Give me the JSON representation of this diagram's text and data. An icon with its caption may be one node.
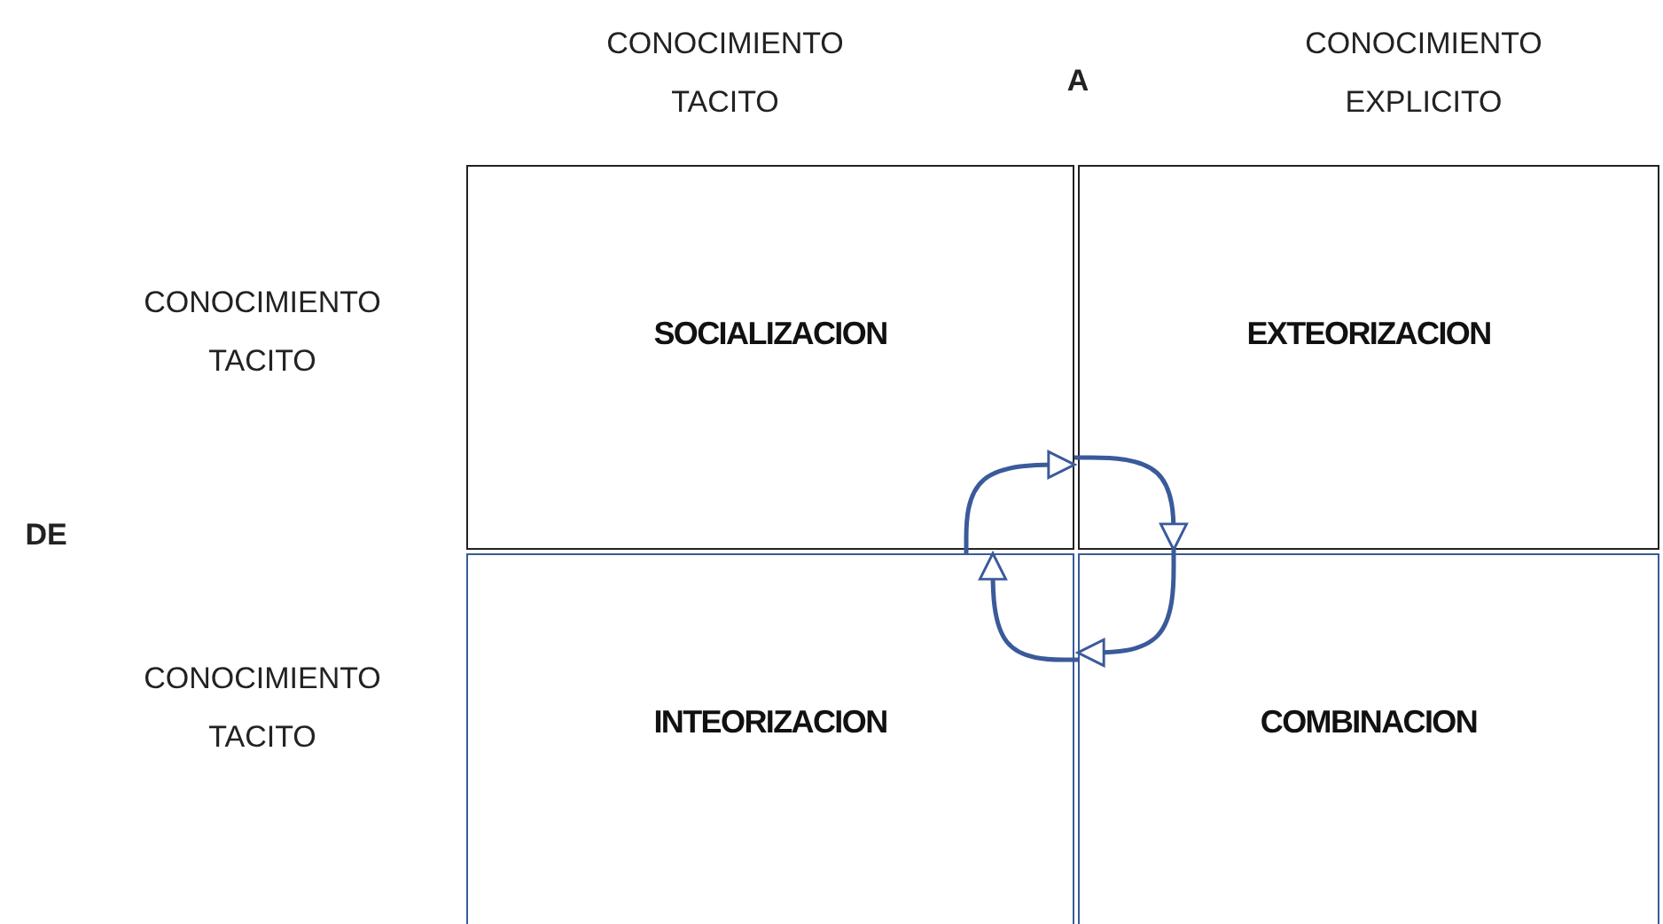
{
  "diagram": {
    "nodes": [
      {
        "text": [
          "SOCIALIZACION"
        ]
      },
      {
        "text": [
          "EXTEORIZACION"
        ]
      },
      {
        "text": [
          "INTEORIZACION"
        ]
      },
      {
        "text": [
          "COMBINACION"
        ]
      }
    ],
    "edges": [
      {
        "from": 0,
        "to": 1,
        "arrow": "to"
      },
      {
        "from": 1,
        "to": 3,
        "arrow": "to"
      },
      {
        "from": 3,
        "to": 2,
        "arrow": "to"
      },
      {
        "from": 2,
        "to": 0,
        "arrow": "to"
      }
    ],
    "labels": [
      "CONOCIMIENTO TACITO",
      "A",
      "CONOCIMIENTO EXPLICITO",
      "CONOCIMIENTO TACITO",
      "DE",
      "CONOCIMIENTO TACITO"
    ]
  }
}
